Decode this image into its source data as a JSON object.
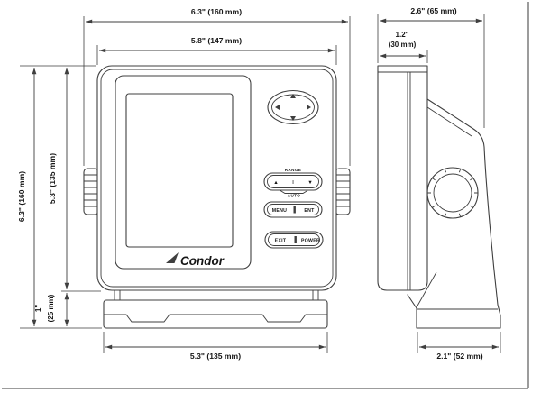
{
  "colors": {
    "line": "#3f3f3f",
    "text": "#161616",
    "frame": "#9c9c9c"
  },
  "dims": {
    "front_total_width": "6.3\" (160 mm)",
    "front_body_width": "5.8\" (147 mm)",
    "front_total_height": "6.3\" (160 mm)",
    "front_body_height": "5.3\" (135 mm)",
    "bracket_drop_in": "1\"",
    "bracket_drop_mm": "(25 mm)",
    "base_width": "5.3\" (135 mm)",
    "side_total_depth": "2.6\" (65 mm)",
    "side_body_depth_in": "1.2\"",
    "side_body_depth_mm": "(30 mm)",
    "side_base_depth": "2.1\" (52 mm)"
  },
  "device": {
    "brand": "Condor",
    "logo_mark_icon": "bird-swoosh-mark",
    "keypad": {
      "range_label": "RANGE",
      "auto_label": "AUTO",
      "key_up": "▲",
      "key_mid": "ǀ",
      "key_down": "▼",
      "menu": "MENU",
      "ent": "ENT",
      "exit": "EXIT",
      "power": "POWER"
    }
  }
}
